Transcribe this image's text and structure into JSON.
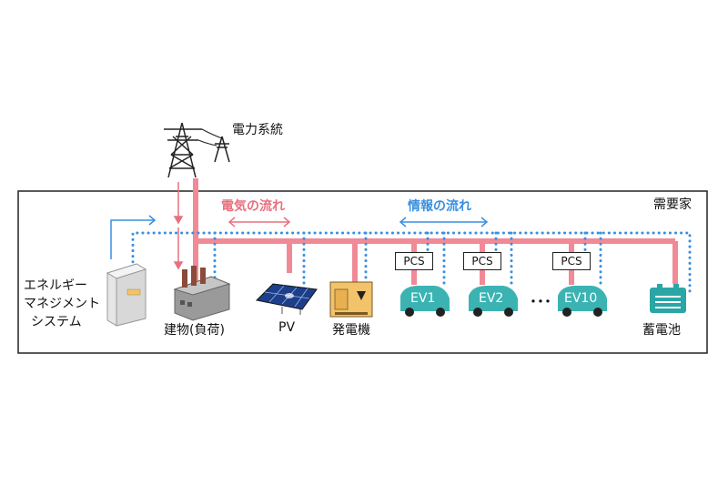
{
  "grid": {
    "label": "電力系統"
  },
  "customer": {
    "label": "需要家"
  },
  "legend": {
    "electricity": "電気の流れ",
    "information": "情報の流れ"
  },
  "ems": {
    "lines": [
      "エネルギー",
      "マネジメント",
      "システム"
    ]
  },
  "building": {
    "label": "建物(負荷)"
  },
  "pv": {
    "label": "PV"
  },
  "generator": {
    "label": "発電機"
  },
  "pcs": {
    "label": "PCS"
  },
  "ev": {
    "labels": [
      "EV1",
      "EV2",
      "EV10"
    ],
    "ellipsis": "･･･"
  },
  "battery": {
    "label": "蓄電池"
  },
  "colors": {
    "power": "#f08a96",
    "info": "#3a8fe0",
    "ev": "#3bb3b3",
    "battery": "#2aa6a6",
    "generator": "#f2c36b"
  }
}
